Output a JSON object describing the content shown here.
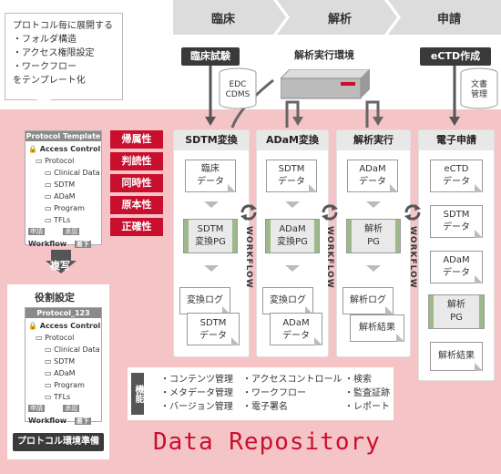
{
  "phases": [
    "臨床",
    "解析",
    "申請"
  ],
  "bubble_lines": [
    "プロトコル毎に展開する",
    "・フォルダ構造",
    "・アクセス権限設定",
    "・ワークフロー",
    "をテンプレート化"
  ],
  "top_labels": {
    "clinical_trial": "臨床試験",
    "analysis_env": "解析実行環境",
    "ectd": "eCTD作成"
  },
  "edc_label": [
    "EDC",
    "CDMS"
  ],
  "doc_mgmt_label": [
    "文書",
    "管理"
  ],
  "properties": [
    "帰属性",
    "判読性",
    "同時性",
    "原本性",
    "正確性"
  ],
  "template_panel": {
    "title": "Protocol Template",
    "rows": [
      "Access Control",
      "Protocol",
      "Clinical Data",
      "SDTM",
      "ADaM",
      "Program",
      "TFLs"
    ],
    "buttons": [
      "申請",
      "承認",
      "差下"
    ],
    "workflow": "Workflow"
  },
  "copy_label": "複写",
  "role_label": "役割設定",
  "protocol_panel": {
    "title": "Protocol_123",
    "rows": [
      "Access Control",
      "Protocol",
      "Clinical Data",
      "SDTM",
      "ADaM",
      "Program",
      "TFLs"
    ],
    "buttons": [
      "申請",
      "承認",
      "差下"
    ],
    "workflow": "Workflow"
  },
  "env_prep": "プロトコル環境準備",
  "columns": {
    "sdtm": {
      "title": "SDTM変換",
      "doc1": [
        "臨床",
        "データ"
      ],
      "pg": [
        "SDTM",
        "変換PG"
      ],
      "log": "変換ログ",
      "data": [
        "SDTM",
        "データ"
      ]
    },
    "adam": {
      "title": "ADaM変換",
      "doc1": [
        "SDTM",
        "データ"
      ],
      "pg": [
        "ADaM",
        "変換PG"
      ],
      "log": "変換ログ",
      "data": [
        "ADaM",
        "データ"
      ]
    },
    "analysis": {
      "title": "解析実行",
      "doc1": [
        "ADaM",
        "データ"
      ],
      "pg": [
        "解析",
        "PG"
      ],
      "log": "解析ログ",
      "data": [
        "解析結果"
      ]
    },
    "submit": {
      "title": "電子申請",
      "docs": [
        [
          "eCTD",
          "データ"
        ],
        [
          "SDTM",
          "データ"
        ],
        [
          "ADaM",
          "データ"
        ],
        [
          "解析",
          "PG"
        ],
        [
          "解析結果"
        ]
      ]
    }
  },
  "workflow_label": "WORKFLOW",
  "functions": {
    "label": "機能",
    "col1": [
      "・コンテンツ管理",
      "・メタデータ管理",
      "・バージョン管理"
    ],
    "col2": [
      "・アクセスコントロール",
      "・ワークフロー",
      "・電子署名"
    ],
    "col3": [
      "・検索",
      "・監査証跡",
      "・レポート"
    ]
  },
  "repository_title": "Data Repository",
  "colors": {
    "accent_red": "#c8102e",
    "pink_bg": "#f5c4c7",
    "dark": "#3a3a3a",
    "pg_green": "#9db88a"
  }
}
